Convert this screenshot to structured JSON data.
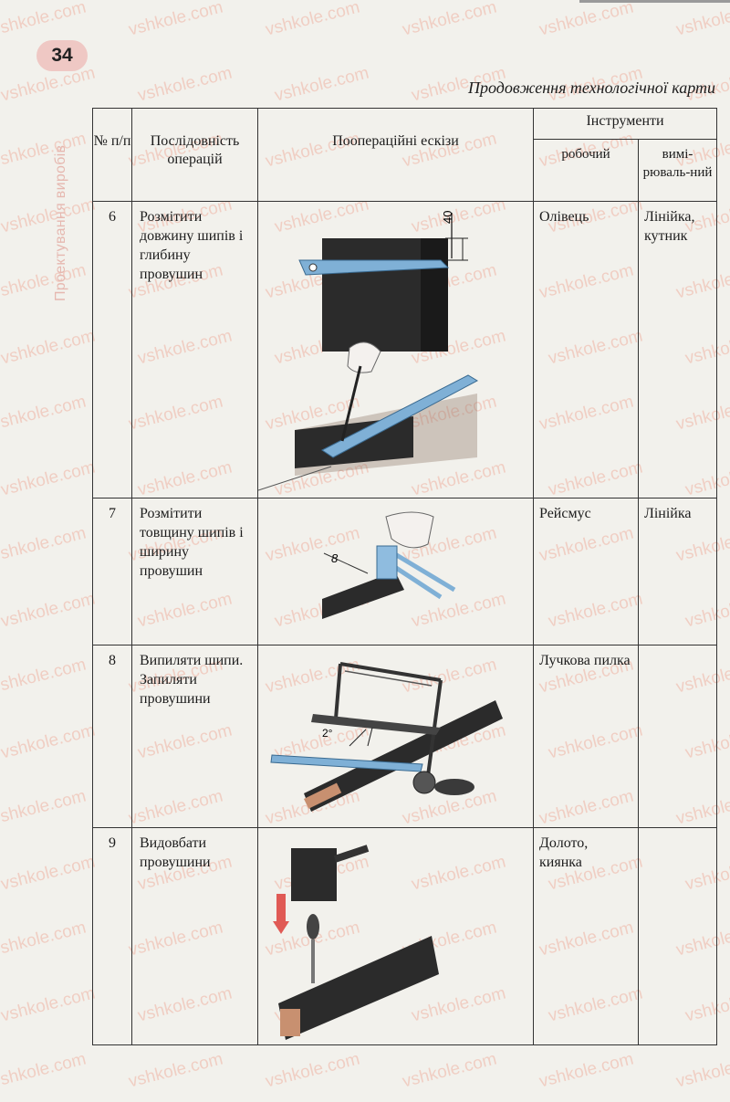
{
  "page": {
    "number": "34",
    "side_label": "Проектування виробів",
    "continuation": "Продовження технологічної карти",
    "watermark": "vshkole.com"
  },
  "table": {
    "headers": {
      "number": "№ п/п",
      "sequence": "Послідовність операцій",
      "sketches": "Поопераційні ескізи",
      "tools": "Інструменти",
      "working": "робочий",
      "measuring": "вимі-рюваль-ний"
    },
    "rows": [
      {
        "num": "6",
        "operation": "Розмітити довжину шипів і глибину провушин",
        "working": "Олівець",
        "measuring": "Лінійка, кутник",
        "dimension": "40"
      },
      {
        "num": "7",
        "operation": "Розмітити товщину шипів і ширину провушин",
        "working": "Рейсмус",
        "measuring": "Лінійка",
        "dimension": "8"
      },
      {
        "num": "8",
        "operation": "Випиляти шипи. Запиляти провушини",
        "working": "Лучкова пилка",
        "measuring": "",
        "dimension": "2°"
      },
      {
        "num": "9",
        "operation": "Видовбати провушини",
        "working": "Долото, киянка",
        "measuring": "",
        "dimension": ""
      }
    ]
  },
  "colors": {
    "wood_dark": "#2b2b2b",
    "steel_blue": "#7fb0d6",
    "watermark": "#f0c9bd",
    "page_badge": "#efc8c4",
    "arrow_red": "#e05a55"
  }
}
